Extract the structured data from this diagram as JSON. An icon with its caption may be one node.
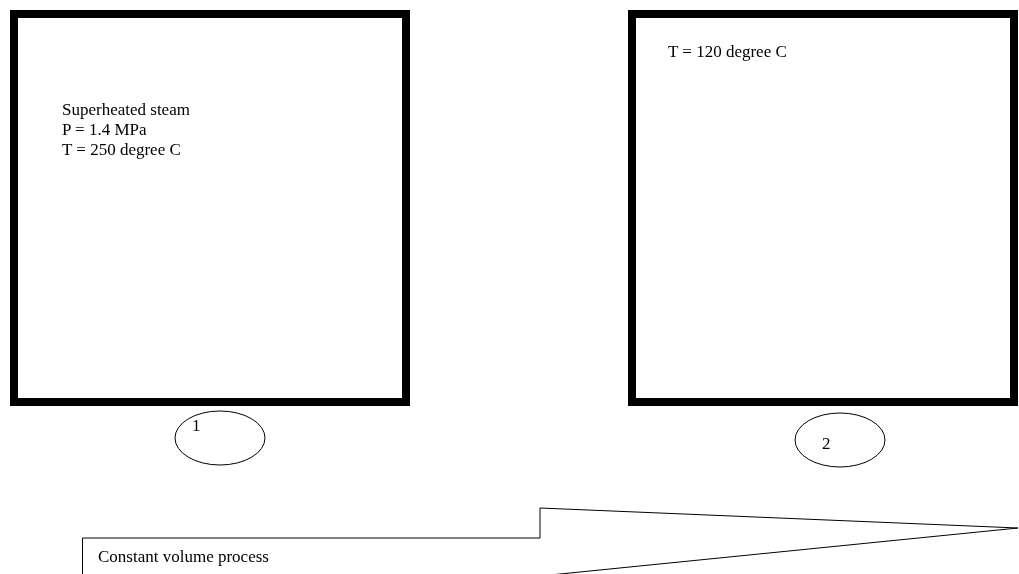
{
  "diagram": {
    "nodes": [
      {
        "text": [
          "Superheated steam",
          "P = 1.4 MPa",
          "T = 250 degree C"
        ]
      },
      {
        "text": [
          "T = 120 degree C"
        ]
      },
      {
        "text": [
          "1"
        ]
      },
      {
        "text": [
          "2"
        ]
      },
      {
        "text": [
          "Constant volume process"
        ]
      }
    ]
  }
}
